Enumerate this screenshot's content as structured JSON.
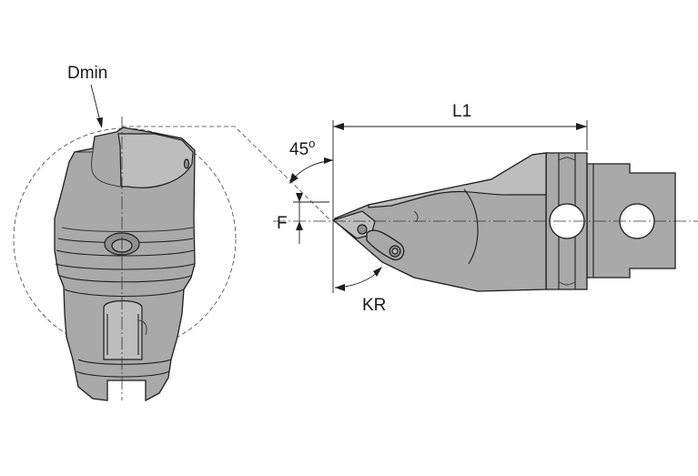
{
  "labels": {
    "dmin": "Dmin",
    "l1": "L1",
    "angle": "45",
    "angle_unit": "o",
    "f": "F",
    "kr": "KR"
  }
}
